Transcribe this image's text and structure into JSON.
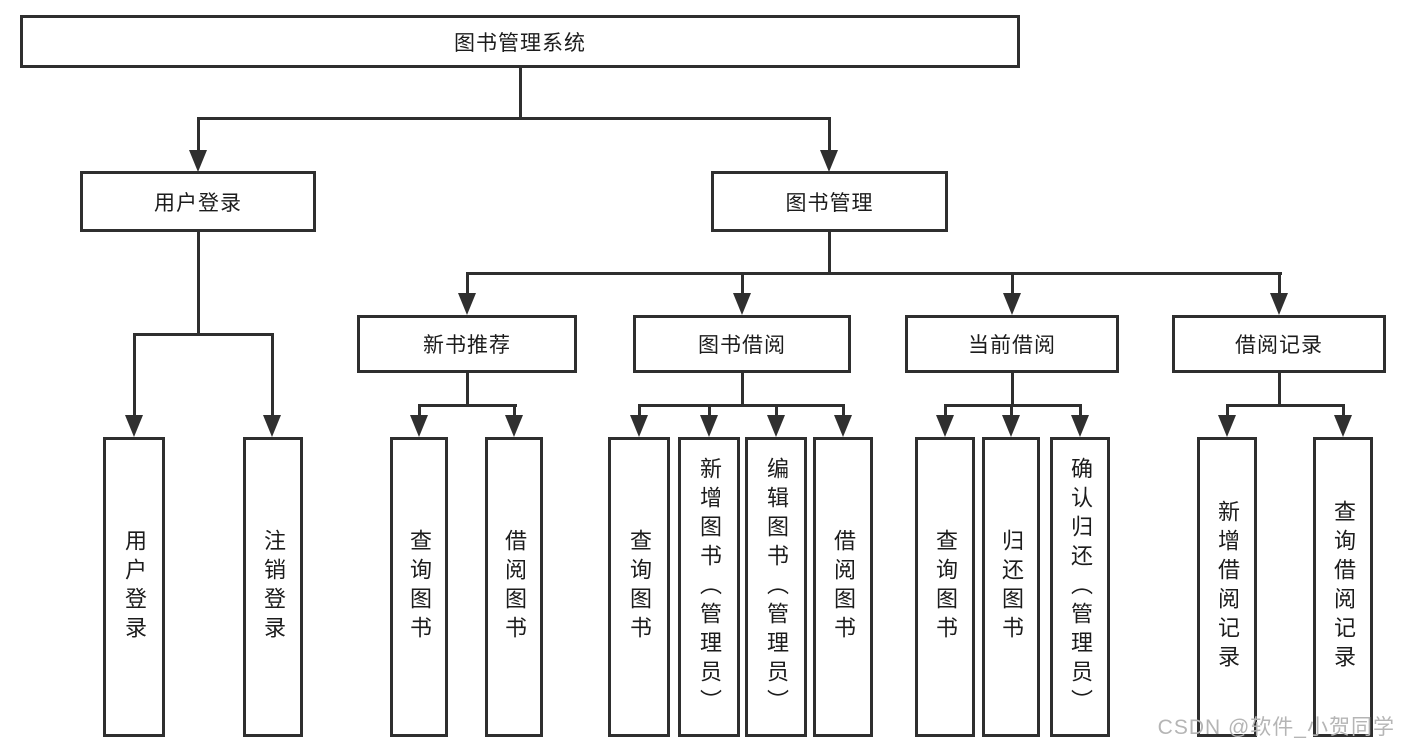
{
  "colors": {
    "background": "#ffffff",
    "box_border": "#2f2f2f",
    "connector_line": "#2f2f2f",
    "text": "#1c1c1c",
    "watermark": "#b5b5b5"
  },
  "tree": {
    "label": "图书管理系统",
    "children": [
      {
        "label": "用户登录",
        "children": [
          {
            "label": "用户登录"
          },
          {
            "label": "注销登录"
          }
        ]
      },
      {
        "label": "图书管理",
        "children": [
          {
            "label": "新书推荐",
            "children": [
              {
                "label": "查询图书"
              },
              {
                "label": "借阅图书"
              }
            ]
          },
          {
            "label": "图书借阅",
            "children": [
              {
                "label": "查询图书"
              },
              {
                "label": "新增图书（管理员）"
              },
              {
                "label": "编辑图书（管理员）"
              },
              {
                "label": "借阅图书"
              }
            ]
          },
          {
            "label": "当前借阅",
            "children": [
              {
                "label": "查询图书"
              },
              {
                "label": "归还图书"
              },
              {
                "label": "确认归还（管理员）"
              }
            ]
          },
          {
            "label": "借阅记录",
            "children": [
              {
                "label": "新增借阅记录"
              },
              {
                "label": "查询借阅记录"
              }
            ]
          }
        ]
      }
    ]
  },
  "watermark": {
    "text": "CSDN @软件_小贺同学"
  }
}
